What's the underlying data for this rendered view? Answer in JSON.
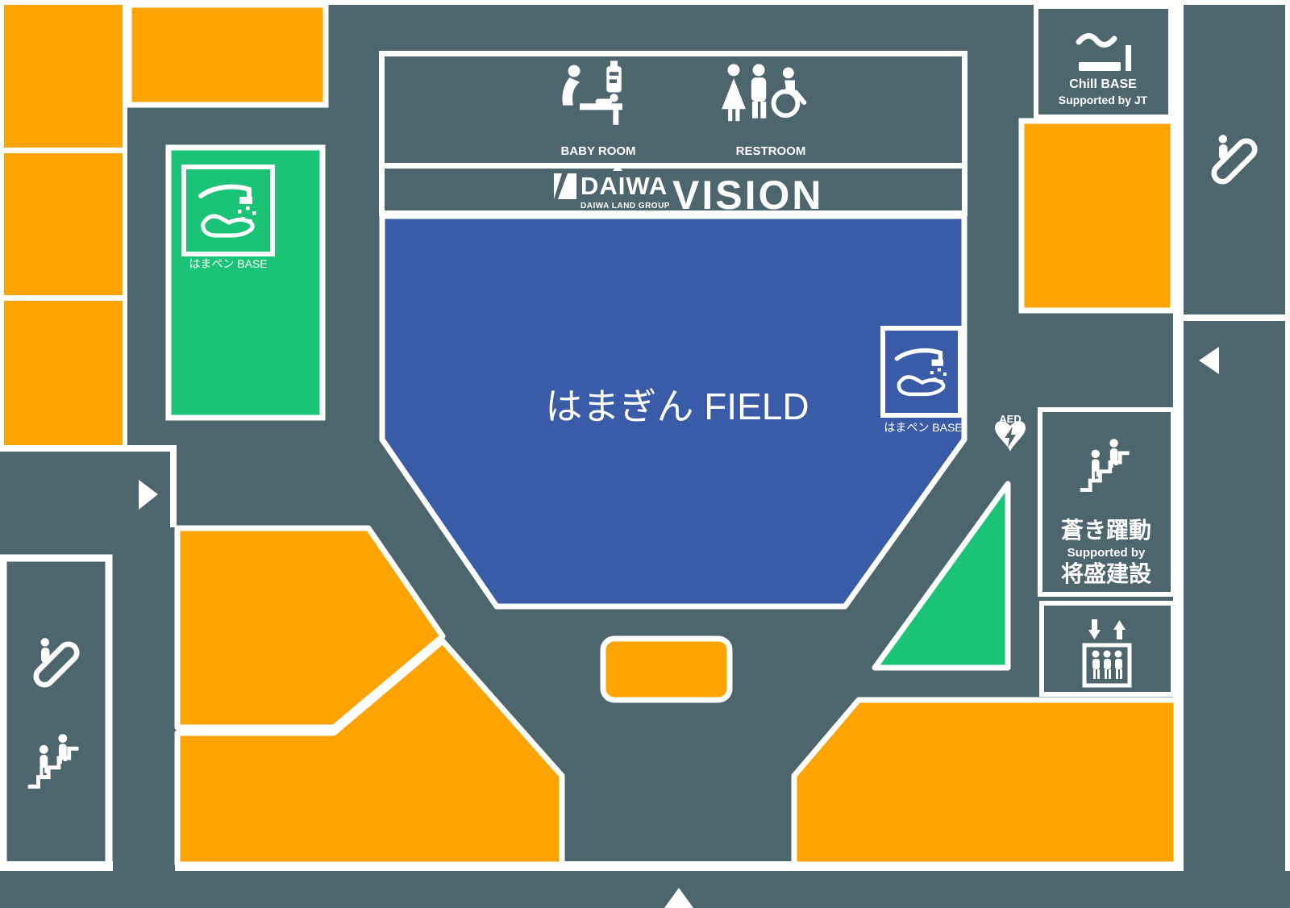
{
  "title": "はまぎん FIELD floor map",
  "colors": {
    "background": "#FFFFFF",
    "concourse_gray": "#4D666D",
    "zone_orange": "#FFA302",
    "zone_green": "#1BC377",
    "field_blue": "#3A5CA8",
    "line_white": "#FFFFFF"
  },
  "field": {
    "name": "はまぎん FIELD"
  },
  "vision_board": {
    "brand": "DAIWA",
    "brand_sub": "DAIWA LAND GROUP",
    "product": "VISION"
  },
  "facilities": {
    "baby_room": "BABY ROOM",
    "restroom": "RESTROOM",
    "hamapen_base": "はまペン BASE",
    "chill_base_line1": "Chill BASE",
    "chill_base_line2": "Supported by JT",
    "stand_line1": "蒼き躍動",
    "stand_line2": "Supported by",
    "stand_line3": "将盛建設",
    "aed": "AED"
  },
  "icons": {
    "handwash": "handwash-icon",
    "smoking": "smoking-icon",
    "stairs": "stairs-icon",
    "escalator": "escalator-icon",
    "elevator": "elevator-icon",
    "baby": "baby-room-icon",
    "restroom": "restroom-icon",
    "aed_heart": "aed-heart-icon",
    "arrow_left_entrance": "arrow-right-icon",
    "arrow_right_entrance": "arrow-left-icon",
    "arrow_bottom_entrance": "arrow-up-icon"
  }
}
